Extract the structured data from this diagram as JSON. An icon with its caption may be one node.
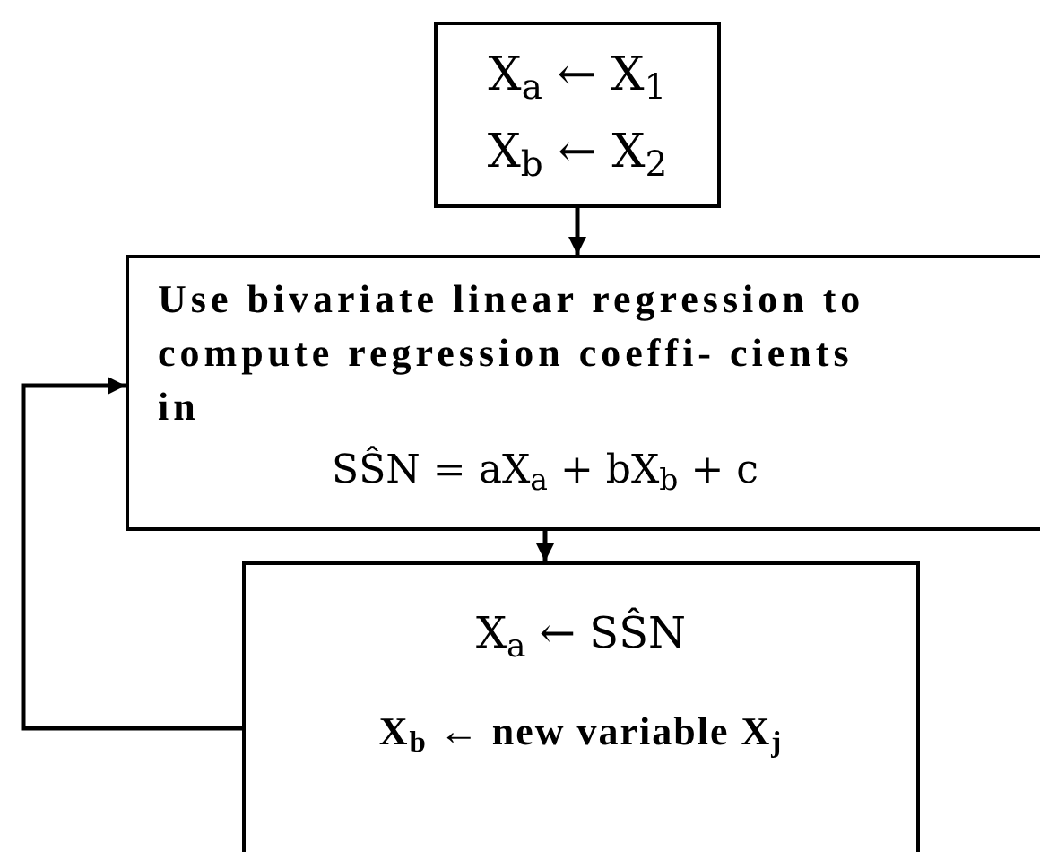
{
  "diagram": {
    "nodes": [
      {
        "text": [
          "X$_{a}$ ← X$_{1}$",
          "X$_{b}$ ← X$_{2}$"
        ]
      },
      {
        "text": [
          "Use bivariate linear regression to compute regression coeffi- cients in",
          "SŜN = aX$_{a}$ + bX$_{b}$ + c"
        ]
      },
      {
        "text": [
          "X$_{a}$ ← SŜN",
          "X$_{b}$ ← new variable X$_{j}$"
        ]
      }
    ],
    "edges": [
      {
        "from": 0,
        "to": 1,
        "arrow": "to"
      },
      {
        "from": 1,
        "to": 2,
        "arrow": "to"
      },
      {
        "from": 2,
        "to": 1,
        "arrow": "to"
      }
    ]
  }
}
